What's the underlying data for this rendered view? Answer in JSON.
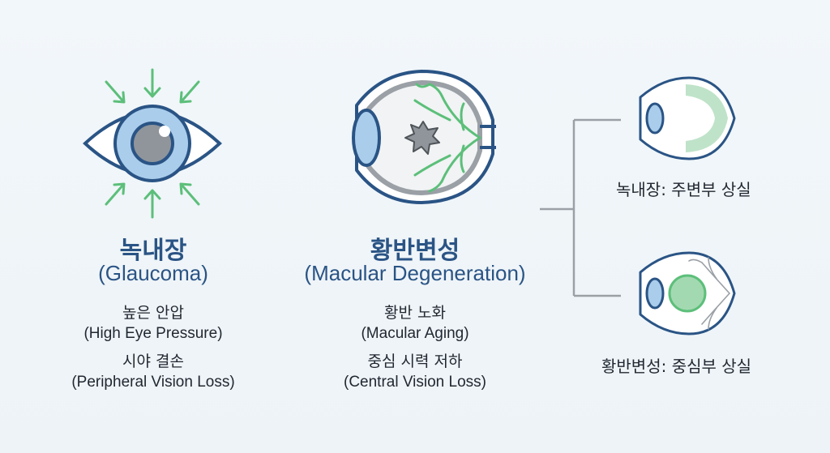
{
  "glaucoma": {
    "title_ko": "녹내장",
    "title_en": "(Glaucoma)",
    "cause_ko": "높은 안압",
    "cause_en": "(High Eye Pressure)",
    "effect_ko": "시야 결손",
    "effect_en": "(Peripheral Vision Loss)"
  },
  "macular": {
    "title_ko": "황반변성",
    "title_en": "(Macular Degeneration)",
    "cause_ko": "황반 노화",
    "cause_en": "(Macular Aging)",
    "effect_ko": "중심 시력 저하",
    "effect_en": "(Central Vision Loss)"
  },
  "comparison": {
    "glaucoma_caption": "녹내장: 주변부 상실",
    "macular_caption": "황반변성: 중심부 상실"
  },
  "colors": {
    "navy": "#2a5485",
    "blue_light": "#a9cdeb",
    "green": "#5cbf7a",
    "gray": "#8a8f95"
  }
}
